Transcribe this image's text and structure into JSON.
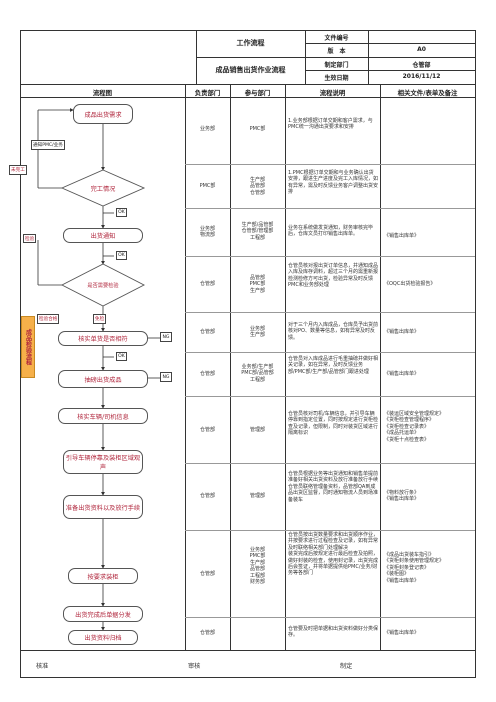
{
  "header": {
    "title": "工作流程",
    "process_name": "成品销售出货作业流程",
    "meta": [
      {
        "label": "文件编号",
        "value": ""
      },
      {
        "label": "版　本",
        "value": "A0"
      },
      {
        "label": "制定部门",
        "value": "仓管部"
      },
      {
        "label": "生效日期",
        "value": "2016/11/12"
      }
    ]
  },
  "columns": {
    "flow": "流程图",
    "owner": "负责部门",
    "participant": "参与部门",
    "description": "流程说明",
    "documents": "相关文件/表单及备注"
  },
  "flow": {
    "nodes": [
      {
        "id": "n1",
        "label": "成品出货需求"
      },
      {
        "id": "n2",
        "label": "完工情况"
      },
      {
        "id": "n3",
        "label": "出货通知"
      },
      {
        "id": "n4",
        "label": "是否需要检验"
      },
      {
        "id": "n5",
        "label": "核实单货是否相符"
      },
      {
        "id": "n6",
        "label": "抽磅出货成品"
      },
      {
        "id": "n7",
        "label": "核实车辆/司机信息"
      },
      {
        "id": "n8",
        "label": "引导车辆停靠及装柜区域观声"
      },
      {
        "id": "n9",
        "label": "准备出货资料以及放行手续"
      },
      {
        "id": "n10",
        "label": "按要求装柜"
      },
      {
        "id": "n11",
        "label": "出货完成后单据分发"
      },
      {
        "id": "n12",
        "label": "出货资料归档"
      }
    ],
    "tags": {
      "notify_pmc": "通知PMC/业务",
      "not_done": "未完工",
      "ok1": "OK",
      "ok2": "OK",
      "inspect": "检验",
      "inspect_pass": "检验合格",
      "no_inspect": "免检",
      "ng1": "NG",
      "ok3": "OK",
      "ng2": "NG",
      "side_process": "成品检验流程"
    }
  },
  "rows": [
    {
      "owner": "业务部",
      "participant": "PMC部",
      "description": "1.业务部根据订单交期和客户需求，与PMC统一沟通出货要求和安排",
      "documents": ""
    },
    {
      "owner": "PMC部",
      "participant": "生产部\n品管部\n仓管部",
      "description": "1.PMC根据订单交期和与业务确认出货安排，跟进生产进度及完工入库情况，如有异常，需及时反馈业务客户调整出货安排",
      "documents": ""
    },
    {
      "owner": "业务部\n物流部",
      "participant": "生产部/品管部\n仓管部/管理部\n工程部",
      "description": "业务在系统做发货通知，财务审核完毕后，仓库文员打印销售出库单。",
      "documents": "《销售出库单》"
    },
    {
      "owner": "仓管部",
      "participant": "品管部\nPMC部\n生产部",
      "description": "仓管员核对报出货订单信息，并通知成品入库及库存调料，超过三个月的需重新报检测检修方可出货，检验异常及时反馈PMC和业务部处理",
      "documents": "《OQC出货检验报告》"
    },
    {
      "owner": "仓管部",
      "participant": "业务部\n生产部",
      "description": "对于三个月内入库成品，仓库员予出货前核对PO、数量等信息，如有异常及时反馈。",
      "documents": "《销售出库单》"
    },
    {
      "owner": "仓管部",
      "participant": "业务部/生产部\nPMC部/品管部\n工程部",
      "description": "仓管员对入库成品进行毛重抽磅并做好相关记录，如在异常，及时反馈业务部/PMC部/生产部/品管部门跟进处理",
      "documents": "《销售出库单》"
    },
    {
      "owner": "仓管部",
      "participant": "管理部",
      "description": "仓管员核对司机/车辆信息，并引导车辆停靠到指定位置，同时按规定进行货柜检查及记录，但限制，同时对装货区域进行隔离标识",
      "documents": "《装运区域安全管理规定》\n《货柜检查管理程序》\n《货柜检查记录表》\n《成品托运单》\n《货柜十点检查表》"
    },
    {
      "owner": "仓管部",
      "participant": "管理部",
      "description": "仓管员根据业务等出货通知和销售单提前准备好相关出货资料及放行准备放行手续\n仓管员联络管理备资料，品管部QA到成品出货区监督，同时通知物流人员到场准备装车",
      "documents": "《物料放行条》\n《销售出库单》"
    },
    {
      "owner": "仓管部",
      "participant": "业务部\nPMC部\n生产部\n品管部\n工程部\n财务部",
      "description": "仓管员按出货数量要求和出货顺序作业，并按要求进行过程检查及记录，如有异常及时联络相关部门处理解决\n装货完成后按规定进行最后检查及拍照，做好封装的检查，使用封记录，出货完成后会签证，并将单据提供给PMC/业务/财务等各部门",
      "documents": "《成品出货装车指引》\n《货柜封条使用管理规定》\n《货柜封条登记表》\n《装柜图》\n《销售出库单》"
    },
    {
      "owner": "仓管部",
      "participant": "",
      "description": "仓管要及时把单据和出货资料做好分类保存。",
      "documents": "《销售出库单》"
    }
  ],
  "footer": {
    "approve": "核准",
    "review": "审核",
    "prepare": "制定"
  }
}
